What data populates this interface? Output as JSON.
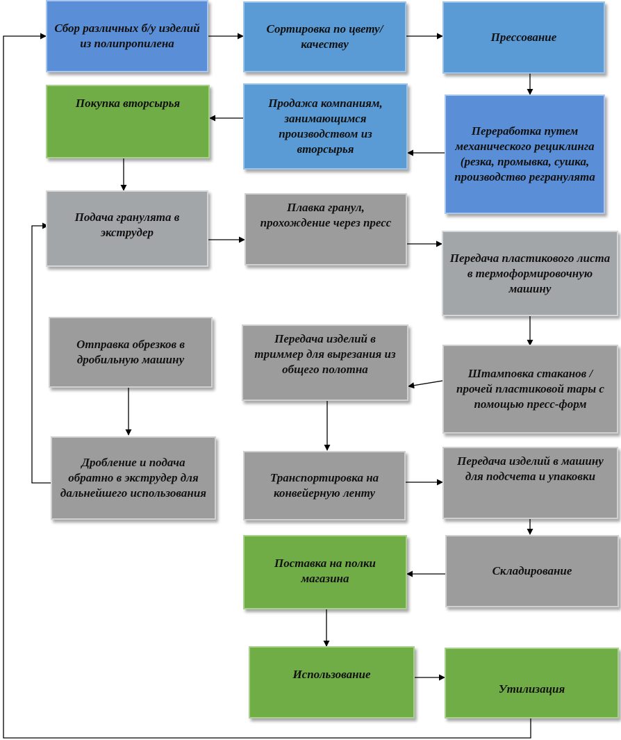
{
  "diagram": {
    "nodes": {
      "collect": "Сбор различных б/у изделий из полипропилена",
      "sort": "Сортировка по цвету/качеству",
      "press": "Прессование",
      "buy": "Покупка вторсырья",
      "sell": "Продажа компаниям, занимающимся производством из вторсырья",
      "recycle": "Переработка путем механического рециклинга (резка, промывка, сушка, производство регранулята",
      "feed": "Подача гранулята в экструдер",
      "melt": "Плавка гранул, прохождение через пресс",
      "sheet": "Передача пластикового листа в термоформировочную машину",
      "scraps": "Отправка обрезков в дробильную машину",
      "trimmer": "Передача изделий в триммер для вырезания из общего полотна",
      "stamp": "Штамповка стаканов / прочей пластиковой тары с помощью пресс-форм",
      "crush": "Дробление и подача обратно в экструдер для дальнейшего использования",
      "conveyor": "Транспортировка на конвейерную ленту",
      "count": "Передача изделий в машину для подсчета и упаковки",
      "shelves": "Поставка на полки магазина",
      "storage": "Складирование",
      "use": "Использование",
      "dispose": "Утилизация"
    },
    "colors": {
      "blue": "#5b9bd5",
      "green": "#70ad47",
      "gray": "#a3a6a8",
      "arrow": "#000000"
    }
  }
}
